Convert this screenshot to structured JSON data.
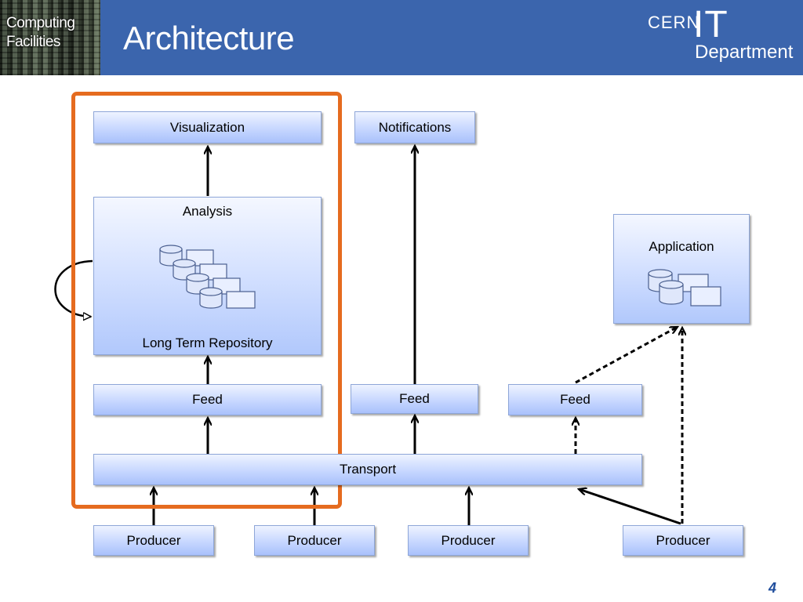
{
  "header": {
    "corner_label": [
      "Computing",
      "Facilities"
    ],
    "title": "Architecture",
    "logo": {
      "cern": "CERN",
      "it": "IT",
      "department": "Department"
    }
  },
  "boxes": {
    "visualization": "Visualization",
    "notifications": "Notifications",
    "analysis": "Analysis",
    "long_term_repository": "Long Term Repository",
    "application": "Application",
    "feed_1": "Feed",
    "feed_2": "Feed",
    "feed_3": "Feed",
    "transport": "Transport",
    "producer_1": "Producer",
    "producer_2": "Producer",
    "producer_3": "Producer",
    "producer_4": "Producer"
  },
  "connections": [
    {
      "from": "producer_1",
      "to": "transport",
      "style": "solid"
    },
    {
      "from": "producer_2",
      "to": "transport",
      "style": "solid"
    },
    {
      "from": "producer_3",
      "to": "transport",
      "style": "solid"
    },
    {
      "from": "producer_4",
      "to": "transport",
      "style": "solid"
    },
    {
      "from": "producer_4",
      "to": "application",
      "style": "dashed"
    },
    {
      "from": "transport",
      "to": "feed_1",
      "style": "solid"
    },
    {
      "from": "transport",
      "to": "feed_2",
      "style": "solid"
    },
    {
      "from": "transport",
      "to": "feed_3",
      "style": "dashed"
    },
    {
      "from": "feed_1",
      "to": "long_term_repository",
      "style": "solid"
    },
    {
      "from": "analysis",
      "to": "visualization",
      "style": "solid"
    },
    {
      "from": "feed_2",
      "to": "notifications",
      "style": "solid"
    },
    {
      "from": "feed_3",
      "to": "application",
      "style": "dashed"
    },
    {
      "from": "analysis",
      "to": "analysis",
      "style": "solid"
    }
  ],
  "colors": {
    "header": "#3b65ad",
    "highlight": "#e56b1f",
    "box_border": "#8ea6d8",
    "page_number": "#1f4d9c"
  },
  "icons": {
    "database": "database-icon"
  },
  "page_number": "4"
}
